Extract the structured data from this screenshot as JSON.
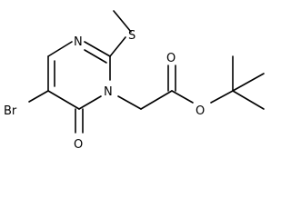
{
  "molecule": {
    "atoms": {
      "sulfur": "S",
      "ring_nitrogen_top": "N",
      "ring_nitrogen_bottom": "N",
      "bromine": "Br",
      "keto_oxygen": "O",
      "carbonyl_oxygen": "O",
      "ester_oxygen": "O"
    }
  }
}
